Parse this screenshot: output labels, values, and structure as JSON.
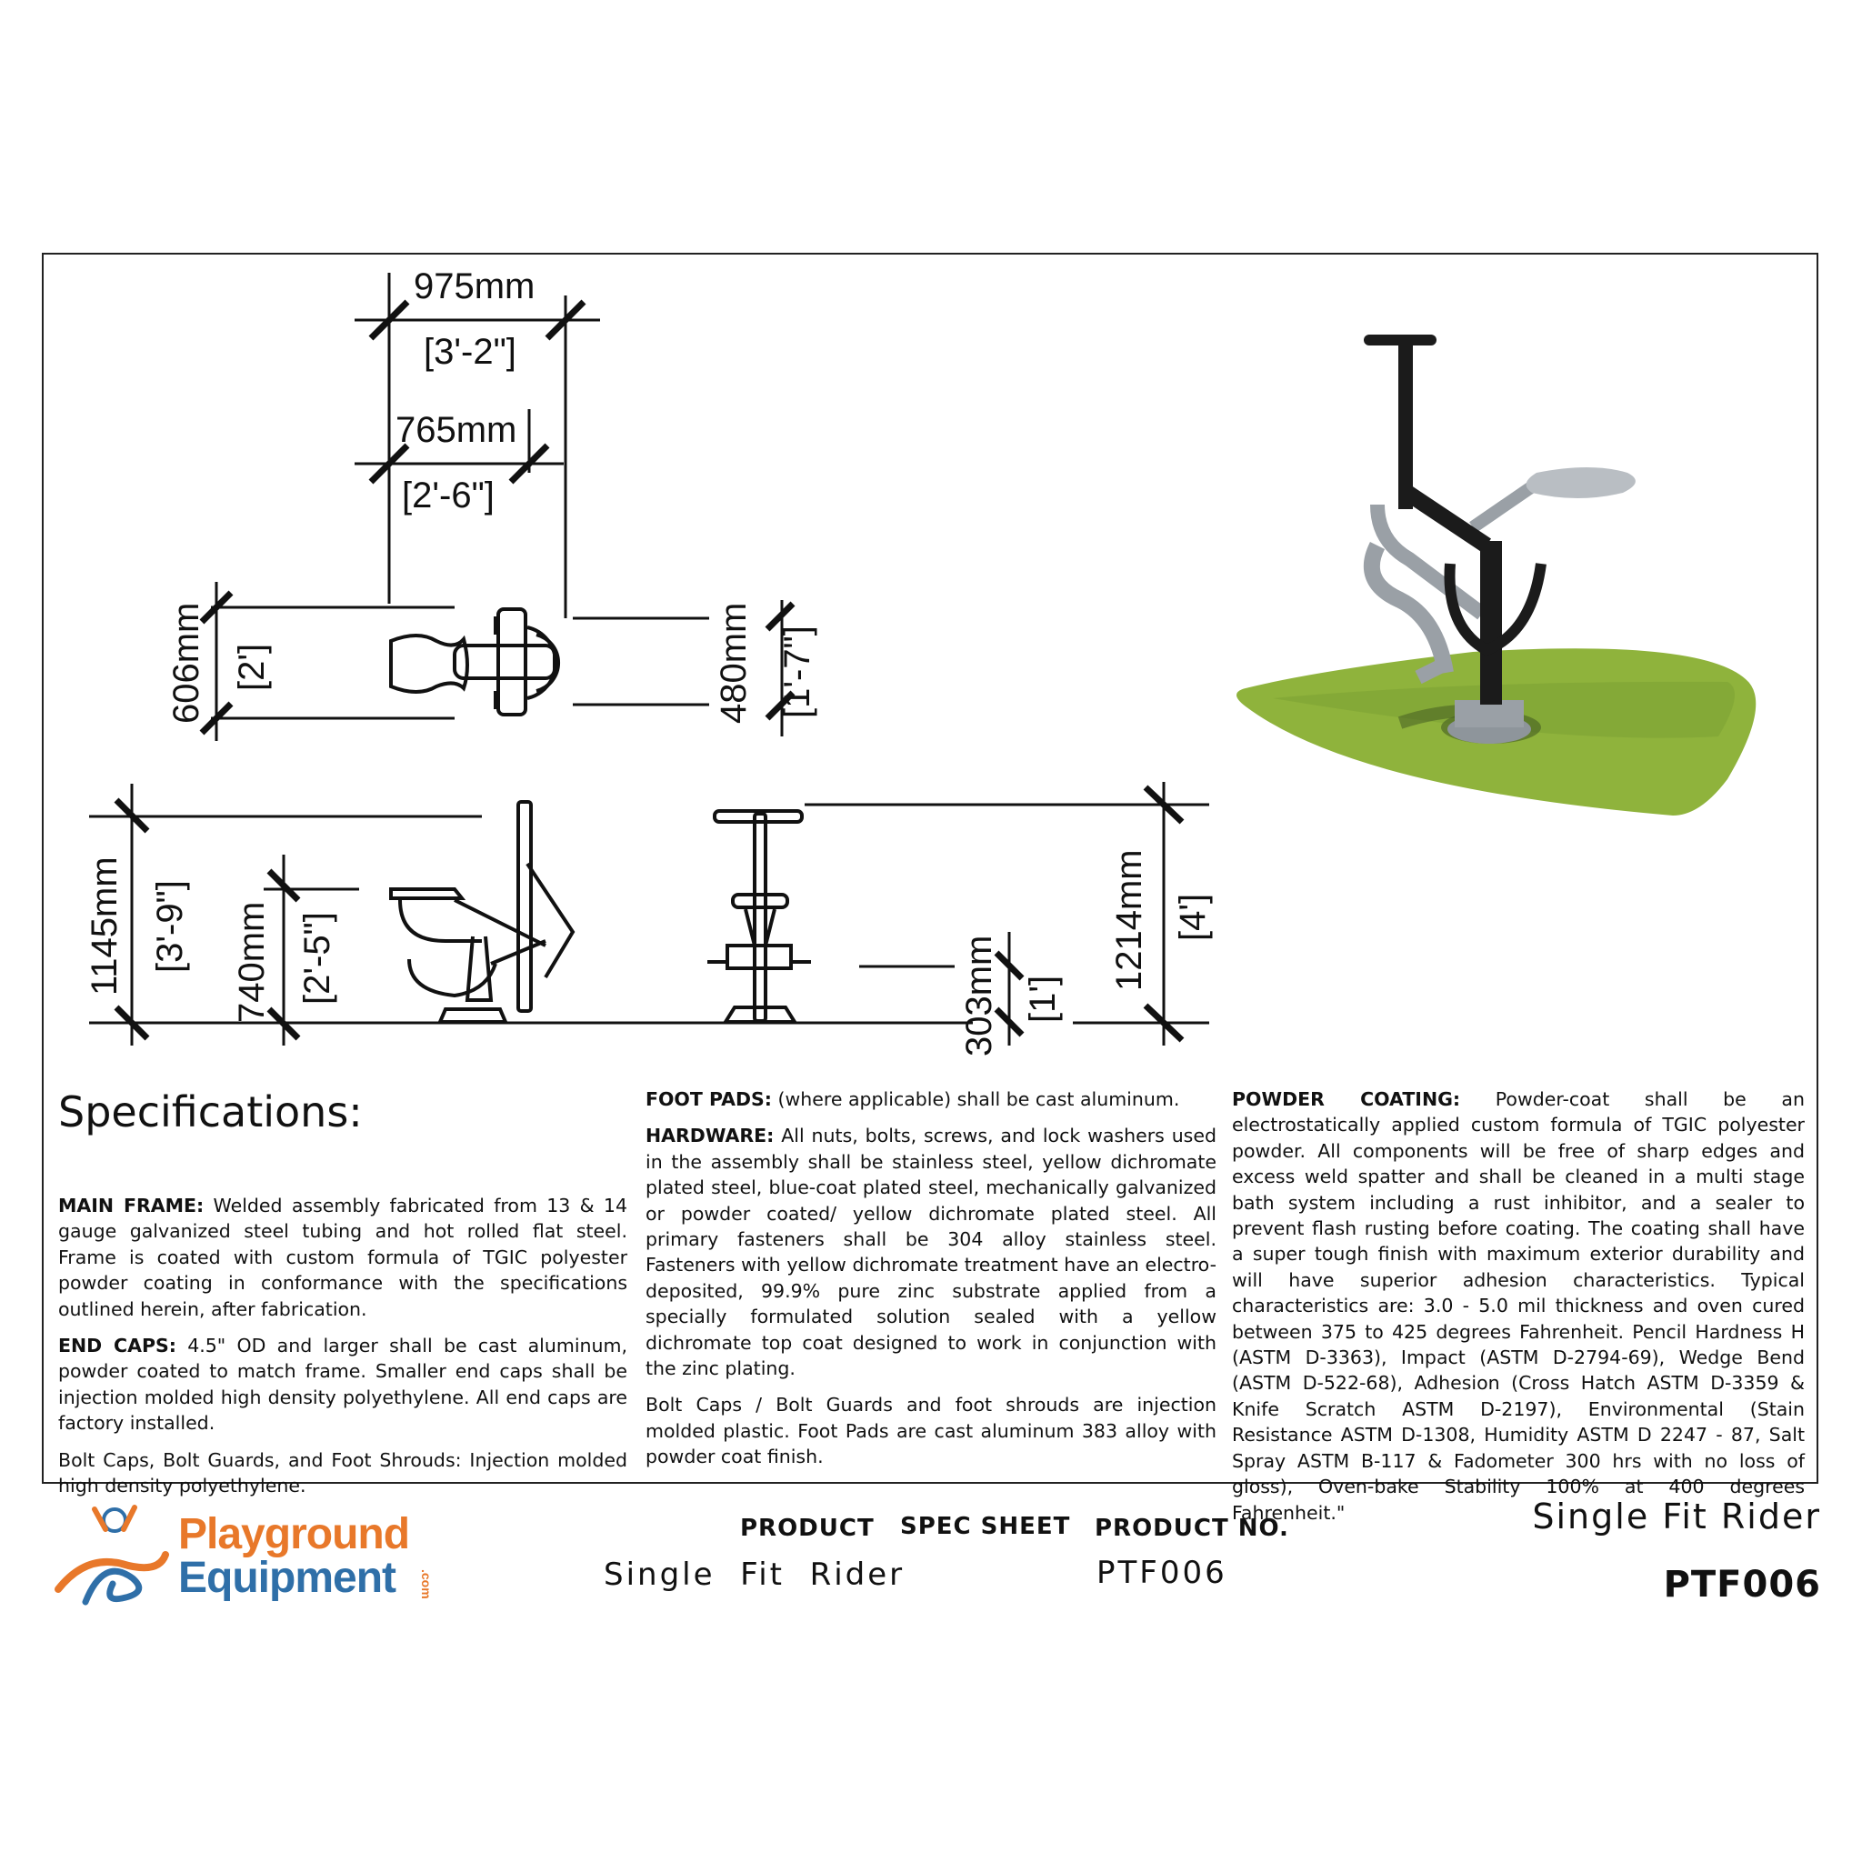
{
  "dimensions": {
    "top_width_outer_mm": "975mm",
    "top_width_outer_imp": "[3'-2\"]",
    "top_width_inner_mm": "765mm",
    "top_width_inner_imp": "[2'-6\"]",
    "plan_depth_left_mm": "606mm",
    "plan_depth_left_imp": "[2']",
    "plan_depth_right_mm": "480mm",
    "plan_depth_right_imp": "[1'-7\"]",
    "side_height_outer_mm": "1145mm",
    "side_height_outer_imp": "[3'-9\"]",
    "side_height_inner_mm": "740mm",
    "side_height_inner_imp": "[2'-5\"]",
    "front_low_mm": "303mm",
    "front_low_imp": "[1']",
    "front_height_mm": "1214mm",
    "front_height_imp": "[4']"
  },
  "specifications": {
    "title": "Specifications:",
    "main_frame_label": "MAIN FRAME:",
    "main_frame_text": " Welded assembly fabricated from 13 & 14 gauge galvanized steel tubing and hot rolled flat steel. Frame is coated with custom formula of TGIC polyester powder coating in conformance with the specifications outlined herein, after fabrication.",
    "end_caps_label": "END CAPS:",
    "end_caps_text": " 4.5\" OD and larger shall be cast aluminum, powder coated to match frame. Smaller end caps shall be injection molded high density polyethylene. All end caps are factory installed.",
    "bolt_caps_text": "Bolt Caps, Bolt Guards, and Foot Shrouds: Injection molded high density polyethylene.",
    "foot_pads_label": "FOOT PADS:",
    "foot_pads_text": " (where applicable) shall be cast aluminum.",
    "hardware_label": "HARDWARE:",
    "hardware_text": " All nuts, bolts, screws, and lock washers used in the assembly shall be stainless steel, yellow dichromate plated steel, blue-coat plated steel, mechanically galvanized or powder coated/ yellow dichromate plated steel. All primary fasteners shall be 304 alloy stainless steel. Fasteners with yellow dichromate treatment have an electro-deposited, 99.9% pure zinc substrate applied from a specially formulated solution sealed with a yellow dichromate top coat designed to work in conjunction with the zinc plating.",
    "bolt_guards_text": "Bolt Caps / Bolt Guards and foot shrouds are injection molded plastic. Foot Pads are cast aluminum 383 alloy with powder coat finish.",
    "powder_label": "POWDER COATING:",
    "powder_text": " Powder-coat shall be an electrostatically applied custom formula of TGIC polyester powder. All components will be free of sharp edges and excess weld spatter and shall be cleaned in a multi stage bath system including a rust inhibitor, and a sealer to prevent flash rusting before coating. The coating shall have a super tough finish with maximum exterior durability and will have superior adhesion characteristics. Typical characteristics are: 3.0 - 5.0 mil thickness and oven cured between 375 to 425 degrees Fahrenheit. Pencil Hardness H (ASTM D-3363), Impact (ASTM D-2794-69), Wedge Bend (ASTM D-522-68), Adhesion (Cross Hatch ASTM D-3359 & Knife Scratch ASTM D-2197), Environmental (Stain Resistance ASTM D-1308, Humidity ASTM D 2247 - 87, Salt Spray ASTM B-117 & Fadometer 300 hrs with no loss of gloss), Oven-bake Stability 100% at 400 degrees Fahrenheit.\""
  },
  "footer": {
    "logo_line1": "Playground",
    "logo_line2": "Equipment",
    "logo_com": ".com",
    "product_label": "PRODUCT",
    "spec_sheet_label": "SPEC SHEET",
    "product_no_label": "PRODUCT NO.",
    "product_value": "Single  Fit  Rider",
    "product_no_value": "PTF006",
    "right_title": "Single Fit Rider",
    "right_code": "PTF006"
  },
  "colors": {
    "logo_orange": "#e8782a",
    "logo_blue": "#2f6fa8",
    "frame_black": "#1b1b1b",
    "frame_gray": "#9aa0a6",
    "grass": "#8fb33c"
  }
}
